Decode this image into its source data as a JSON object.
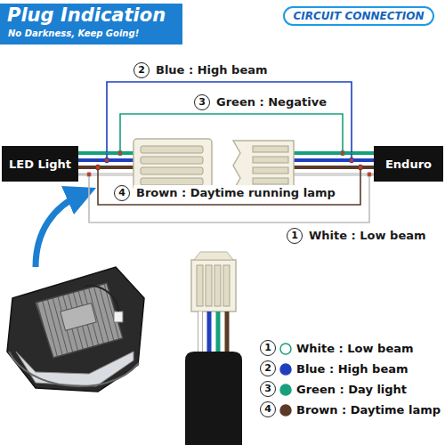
{
  "diagram": {
    "title": "Plug Indication",
    "nodes": [
      {
        "text": [
          "CIRCUIT CONNECTION"
        ]
      },
      {
        "text": [
          "LED Light"
        ]
      },
      {
        "text": [
          "Enduro"
        ]
      }
    ],
    "edges": [
      {
        "from": 1,
        "to": 2,
        "arrow": "none",
        "label": "Blue : High beam"
      },
      {
        "from": 1,
        "to": 2,
        "arrow": "none",
        "label": "Green : Negative"
      },
      {
        "from": 1,
        "to": 2,
        "arrow": "none",
        "label": "Brown : Daytime running lamp"
      },
      {
        "from": 1,
        "to": 2,
        "arrow": "none",
        "label": "White : Low beam"
      }
    ],
    "labels": [
      "No Darkness, Keep Going!",
      "2",
      "3",
      "4",
      "1",
      "1",
      "2",
      "3",
      "4"
    ],
    "legend": [
      {
        "text": "White : Low beam",
        "color": "#ffffff"
      },
      {
        "text": "Blue : High beam",
        "color": "#1f3fbf"
      },
      {
        "text": "Green : Day light",
        "color": "#17a07c"
      },
      {
        "text": "Brown : Daytime lamp",
        "color": "#5b3a28"
      }
    ]
  }
}
